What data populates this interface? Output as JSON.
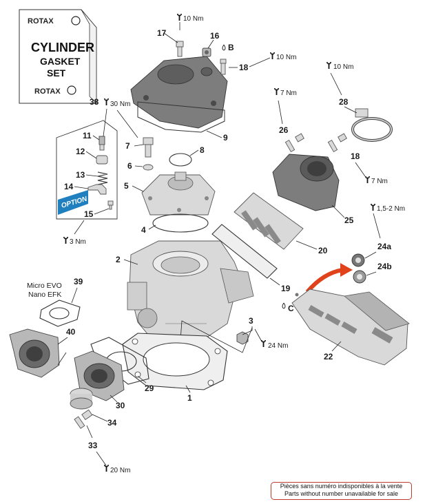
{
  "booklet": {
    "brand_top": "ROTAX",
    "title_line1": "CYLINDER",
    "title_line2": "GASKET",
    "title_line3": "SET",
    "brand_bottom": "ROTAX"
  },
  "option_label": "OPTION",
  "callouts": {
    "p1": "1",
    "p2": "2",
    "p3": "3",
    "p4": "4",
    "p5": "5",
    "p6": "6",
    "p7": "7",
    "p8": "8",
    "p9": "9",
    "p11": "11",
    "p12": "12",
    "p13": "13",
    "p14": "14",
    "p15": "15",
    "p16": "16",
    "p17": "17",
    "p18a": "18",
    "p18b": "18",
    "p19": "19",
    "p20": "20",
    "p22": "22",
    "p24a": "24a",
    "p24b": "24b",
    "p25": "25",
    "p26": "26",
    "p28": "28",
    "p29": "29",
    "p30": "30",
    "p33": "33",
    "p34": "34",
    "p38": "38",
    "p39": "39",
    "p40": "40",
    "mark_b": "B",
    "mark_c": "C"
  },
  "torques": {
    "t17": "10 Nm",
    "t18a": "10 Nm",
    "t28": "10 Nm",
    "t26": "7 Nm",
    "t38": "30 Nm",
    "t18b": "7 Nm",
    "t24": "1,5-2 Nm",
    "t15": "3 Nm",
    "t3": "24 Nm",
    "t33": "20 Nm"
  },
  "variant_note": {
    "line1": "Micro EVO",
    "line2": "Nano EFK"
  },
  "footer_note": {
    "fr": "Pièces sans numéro indisponibles à la vente",
    "en": "Parts without number unavailable for sale"
  },
  "colors": {
    "accent_arrow": "#e0431c",
    "option_blue": "#1f7fbf",
    "note_border": "#c0392b"
  }
}
